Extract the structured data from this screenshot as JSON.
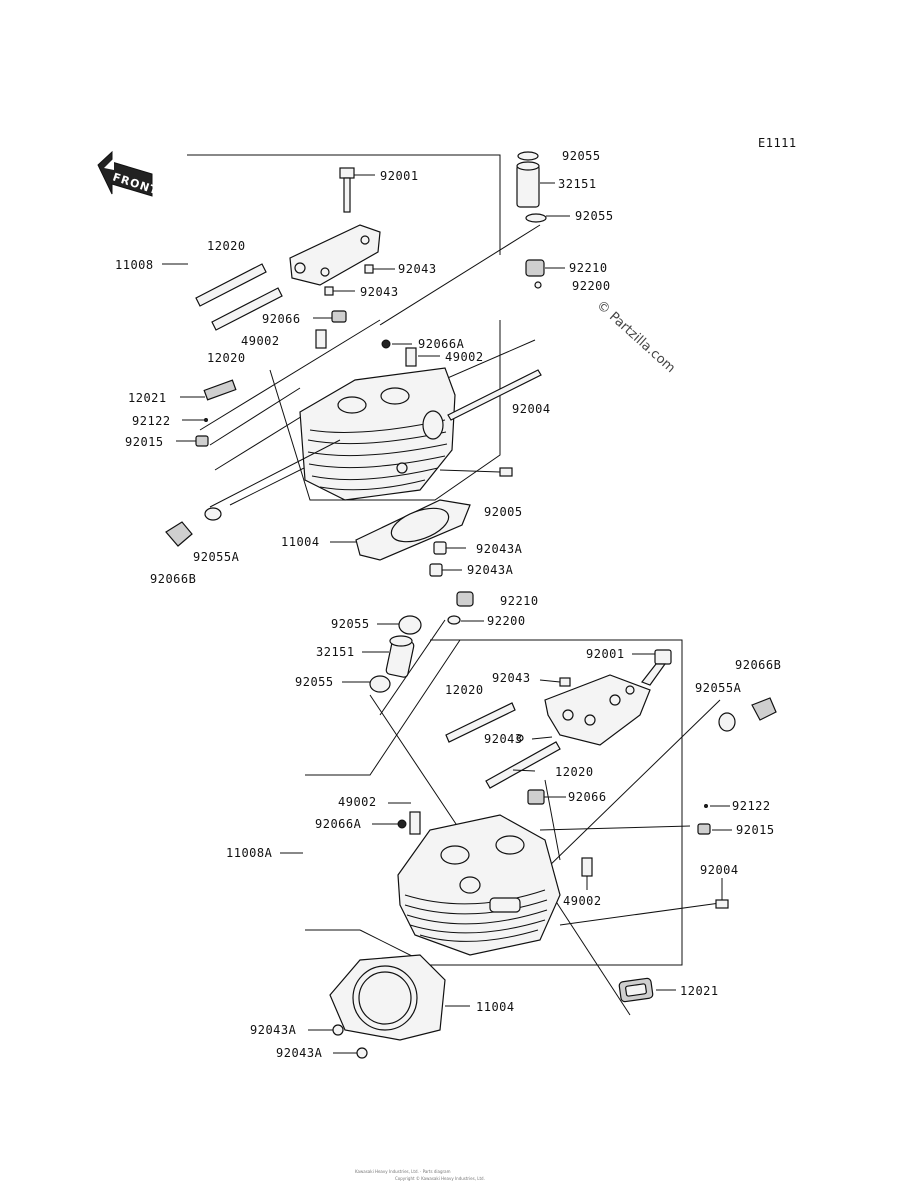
{
  "diagram": {
    "code": "E1111",
    "watermark": "© Partzilla.com",
    "front_label": "FRONT",
    "footer_line1": "Kawasaki Heavy Industries, Ltd. · Parts diagram",
    "footer_line2": "Copyright © Kawasaki Heavy Industries, Ltd."
  },
  "upper_labels": [
    {
      "id": "u1",
      "text": "92055"
    },
    {
      "id": "u2",
      "text": "32151"
    },
    {
      "id": "u3",
      "text": "92055"
    },
    {
      "id": "u4",
      "text": "92001"
    },
    {
      "id": "u5",
      "text": "12020"
    },
    {
      "id": "u6",
      "text": "11008"
    },
    {
      "id": "u7",
      "text": "92043"
    },
    {
      "id": "u8",
      "text": "92043"
    },
    {
      "id": "u9",
      "text": "92210"
    },
    {
      "id": "u10",
      "text": "92200"
    },
    {
      "id": "u11",
      "text": "92066"
    },
    {
      "id": "u12",
      "text": "49002"
    },
    {
      "id": "u13",
      "text": "12020"
    },
    {
      "id": "u14",
      "text": "92066A"
    },
    {
      "id": "u15",
      "text": "49002"
    },
    {
      "id": "u16",
      "text": "12021"
    },
    {
      "id": "u17",
      "text": "92004"
    },
    {
      "id": "u18",
      "text": "92122"
    },
    {
      "id": "u19",
      "text": "92015"
    },
    {
      "id": "u20",
      "text": "92005"
    },
    {
      "id": "u21",
      "text": "11004"
    },
    {
      "id": "u22",
      "text": "92043A"
    },
    {
      "id": "u23",
      "text": "92055A"
    },
    {
      "id": "u24",
      "text": "92043A"
    },
    {
      "id": "u25",
      "text": "92066B"
    }
  ],
  "lower_labels": [
    {
      "id": "l1",
      "text": "92210"
    },
    {
      "id": "l2",
      "text": "92055"
    },
    {
      "id": "l3",
      "text": "92200"
    },
    {
      "id": "l4",
      "text": "32151"
    },
    {
      "id": "l5",
      "text": "92001"
    },
    {
      "id": "l6",
      "text": "92066B"
    },
    {
      "id": "l7",
      "text": "92043"
    },
    {
      "id": "l8",
      "text": "92055"
    },
    {
      "id": "l9",
      "text": "12020"
    },
    {
      "id": "l10",
      "text": "92055A"
    },
    {
      "id": "l11",
      "text": "92043"
    },
    {
      "id": "l12",
      "text": "12020"
    },
    {
      "id": "l13",
      "text": "92066"
    },
    {
      "id": "l14",
      "text": "49002"
    },
    {
      "id": "l15",
      "text": "92122"
    },
    {
      "id": "l16",
      "text": "92066A"
    },
    {
      "id": "l17",
      "text": "92015"
    },
    {
      "id": "l18",
      "text": "11008A"
    },
    {
      "id": "l19",
      "text": "92004"
    },
    {
      "id": "l20",
      "text": "49002"
    },
    {
      "id": "l21",
      "text": "12021"
    },
    {
      "id": "l22",
      "text": "11004"
    },
    {
      "id": "l23",
      "text": "92043A"
    },
    {
      "id": "l24",
      "text": "92043A"
    }
  ]
}
